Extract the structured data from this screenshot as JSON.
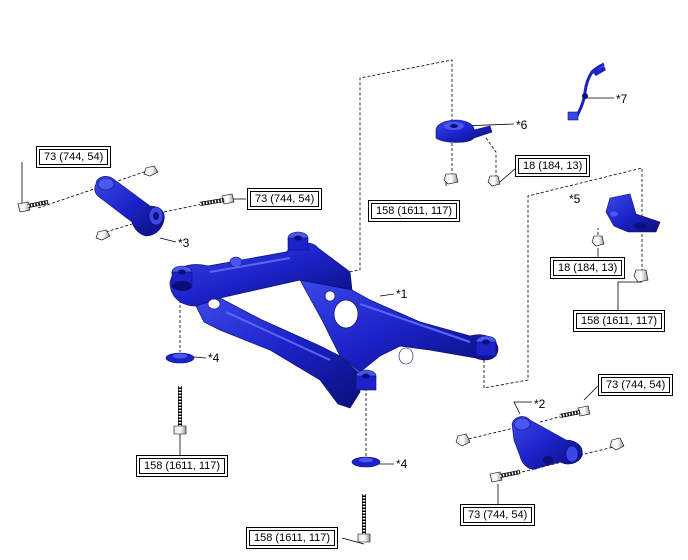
{
  "torque_labels": {
    "t1": "73 (744, 54)",
    "t2": "73 (744, 54)",
    "t3": "158 (1611, 117)",
    "t4": "18 (184, 13)",
    "t5": "18 (184, 13)",
    "t6": "158 (1611, 117)",
    "t7": "73 (744, 54)",
    "t8": "158 (1611, 117)",
    "t9": "73 (744, 54)",
    "t10": "158 (1611, 117)"
  },
  "callouts": {
    "c1": "*1",
    "c2": "*2",
    "c3": "*3",
    "c4a": "*4",
    "c4b": "*4",
    "c5": "*5",
    "c6": "*6",
    "c7": "*7"
  },
  "colors": {
    "part_fill": "#1c22c8",
    "part_dark": "#0a0f78",
    "part_light": "#4a58f0",
    "line": "#000000"
  }
}
